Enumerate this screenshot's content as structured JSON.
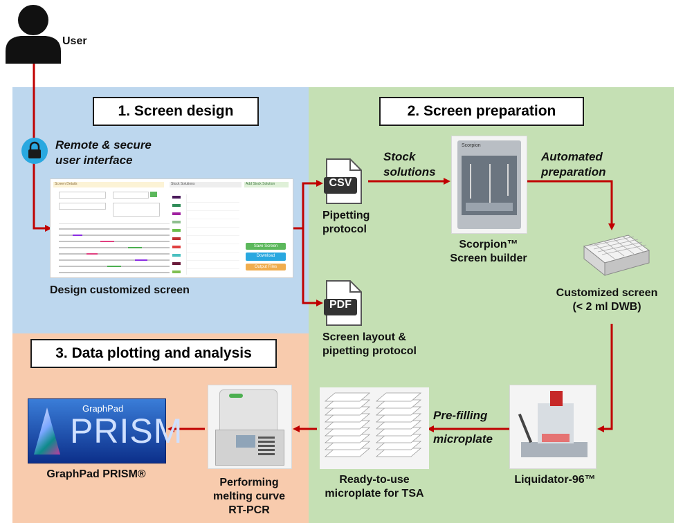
{
  "actors": {
    "user": "User"
  },
  "sections": {
    "design": {
      "title": "1. Screen design",
      "color": "#bdd7ee"
    },
    "preparation": {
      "title": "2. Screen preparation",
      "color": "#c5e0b4"
    },
    "analysis": {
      "title": "3. Data plotting and analysis",
      "color": "#f8cbad"
    }
  },
  "nodes": {
    "remote_ui": "Remote & secure\nuser interface",
    "design_screen": "Design customized screen",
    "csv_badge": "CSV",
    "pipetting_protocol": "Pipetting\nprotocol",
    "pdf_badge": "PDF",
    "screen_layout": "Screen layout &\npipetting protocol",
    "stock_solutions": "Stock\nsolutions",
    "scorpion": "Scorpion™\nScreen builder",
    "automated_prep": "Automated\npreparation",
    "customized_screen": "Customized screen\n(< 2 ml DWB)",
    "liquidator": "Liquidator-96™",
    "prefilling": "Pre-filling",
    "microplate": "microplate",
    "ready_plate": "Ready-to-use\nmicroplate for TSA",
    "rtpcr": "Performing\nmelting curve\nRT-PCR",
    "graphpad": "GraphPad PRISM®",
    "prism_logo_top": "GraphPad",
    "prism_logo_main": "PRISM",
    "scorpion_brand": "Scorpion"
  },
  "software_mock": {
    "section_screen_details": "Screen Details",
    "section_stock_solutions": "Stock Solutions",
    "section_add_stock": "Add Stock Solution",
    "save_screen": "Save Screen",
    "download_btn": "Download",
    "output_files": "Output Files"
  },
  "colors": {
    "arrow": "#c00000",
    "lock": "#29a8e0"
  }
}
